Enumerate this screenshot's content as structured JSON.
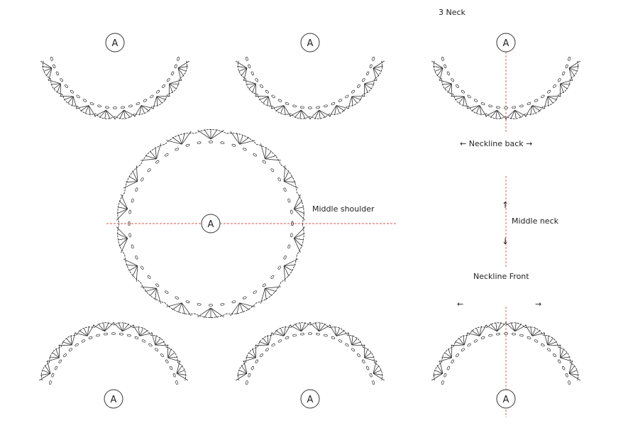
{
  "title": "3 Neck",
  "motif_label": "A",
  "labels": {
    "middle_shoulder": "Middle shoulder",
    "middle_neck": "Middle neck",
    "neckline_back": "Neckline back",
    "neckline_front": "Neckline Front"
  },
  "arrows": {
    "left": "←",
    "right": "→"
  },
  "colors": {
    "stitch_line": "#333333",
    "center_line": "#d9534f"
  }
}
